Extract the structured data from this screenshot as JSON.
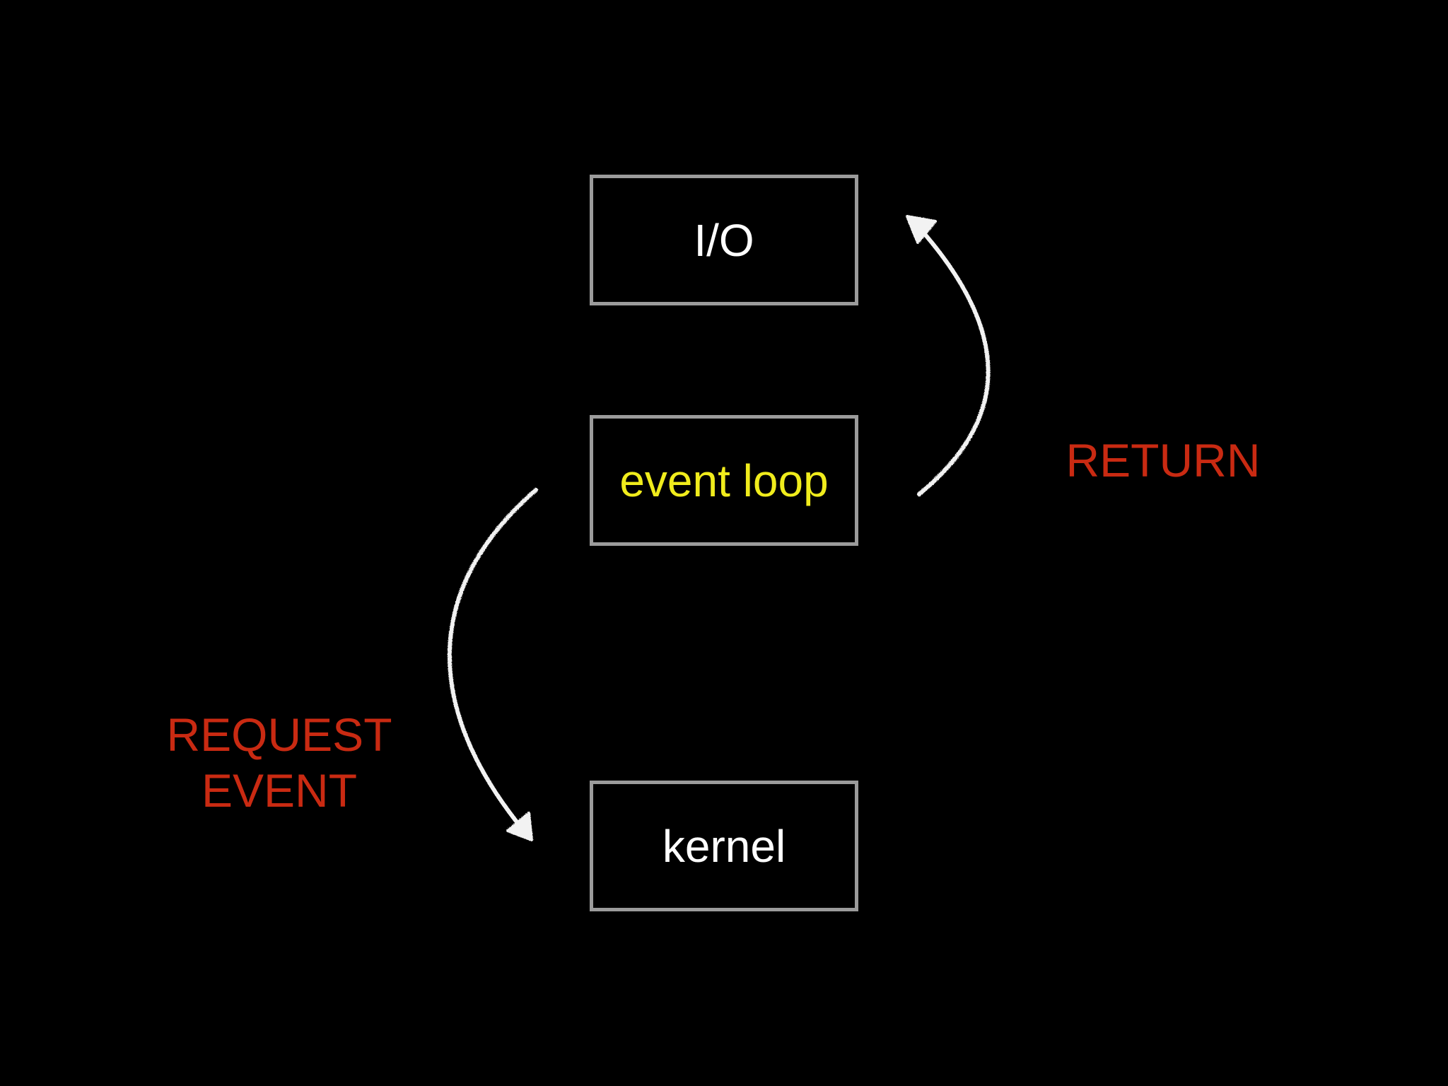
{
  "colors": {
    "background": "#000000",
    "box_border": "#9b9b9b",
    "divider": "#8a8a8a",
    "arrow": "#f2f2f2",
    "label_default": "#ffffff",
    "label_highlight": "#f0ec1c",
    "annotation": "#c92a12"
  },
  "boxes": {
    "io": {
      "label": "I/O"
    },
    "event_loop": {
      "label": "event loop"
    },
    "kernel": {
      "label": "kernel"
    }
  },
  "annotations": {
    "return": {
      "label": "RETURN"
    },
    "request_event": {
      "lines": [
        "REQUEST",
        "EVENT"
      ]
    }
  },
  "icons": {
    "request_arrow": "curved-arrow-down-icon",
    "return_arrow": "curved-arrow-up-icon"
  }
}
